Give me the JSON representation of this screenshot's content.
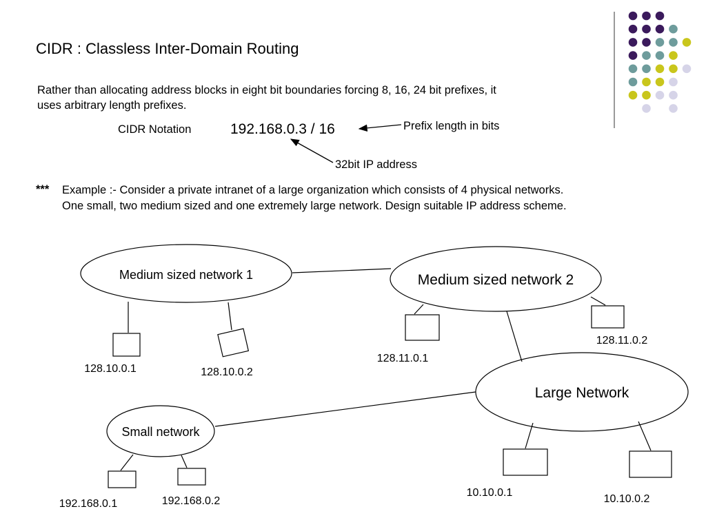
{
  "title": "CIDR : Classless Inter-Domain Routing",
  "intro_line1": "Rather than allocating address blocks in eight bit boundaries forcing 8, 16, 24 bit prefixes, it",
  "intro_line2": "uses arbitrary length prefixes.",
  "notation": {
    "label": "CIDR Notation",
    "expression": "192.168.0.3 / 16",
    "prefix_annotation": "Prefix length in bits",
    "address_annotation": "32bit IP address"
  },
  "example": {
    "marker": "***",
    "line1": "Example :- Consider a private intranet of a large organization which consists of 4 physical networks.",
    "line2": "One small, two medium sized and one extremely large network. Design suitable IP address scheme."
  },
  "networks": {
    "medium1": {
      "label": "Medium sized network 1",
      "hosts": [
        "128.10.0.1",
        "128.10.0.2"
      ]
    },
    "medium2": {
      "label": "Medium sized network 2",
      "hosts": [
        "128.11.0.1",
        "128.11.0.2"
      ]
    },
    "large": {
      "label": "Large Network",
      "hosts": [
        "10.10.0.1",
        "10.10.0.2"
      ]
    },
    "small": {
      "label": "Small network",
      "hosts": [
        "192.168.0.1",
        "192.168.0.2"
      ]
    }
  },
  "colors": {
    "purple": "#3b1a5c",
    "teal": "#6e9c9c",
    "lime": "#c9c61c",
    "lavender": "#d6d4e8",
    "divider": "#555555"
  }
}
